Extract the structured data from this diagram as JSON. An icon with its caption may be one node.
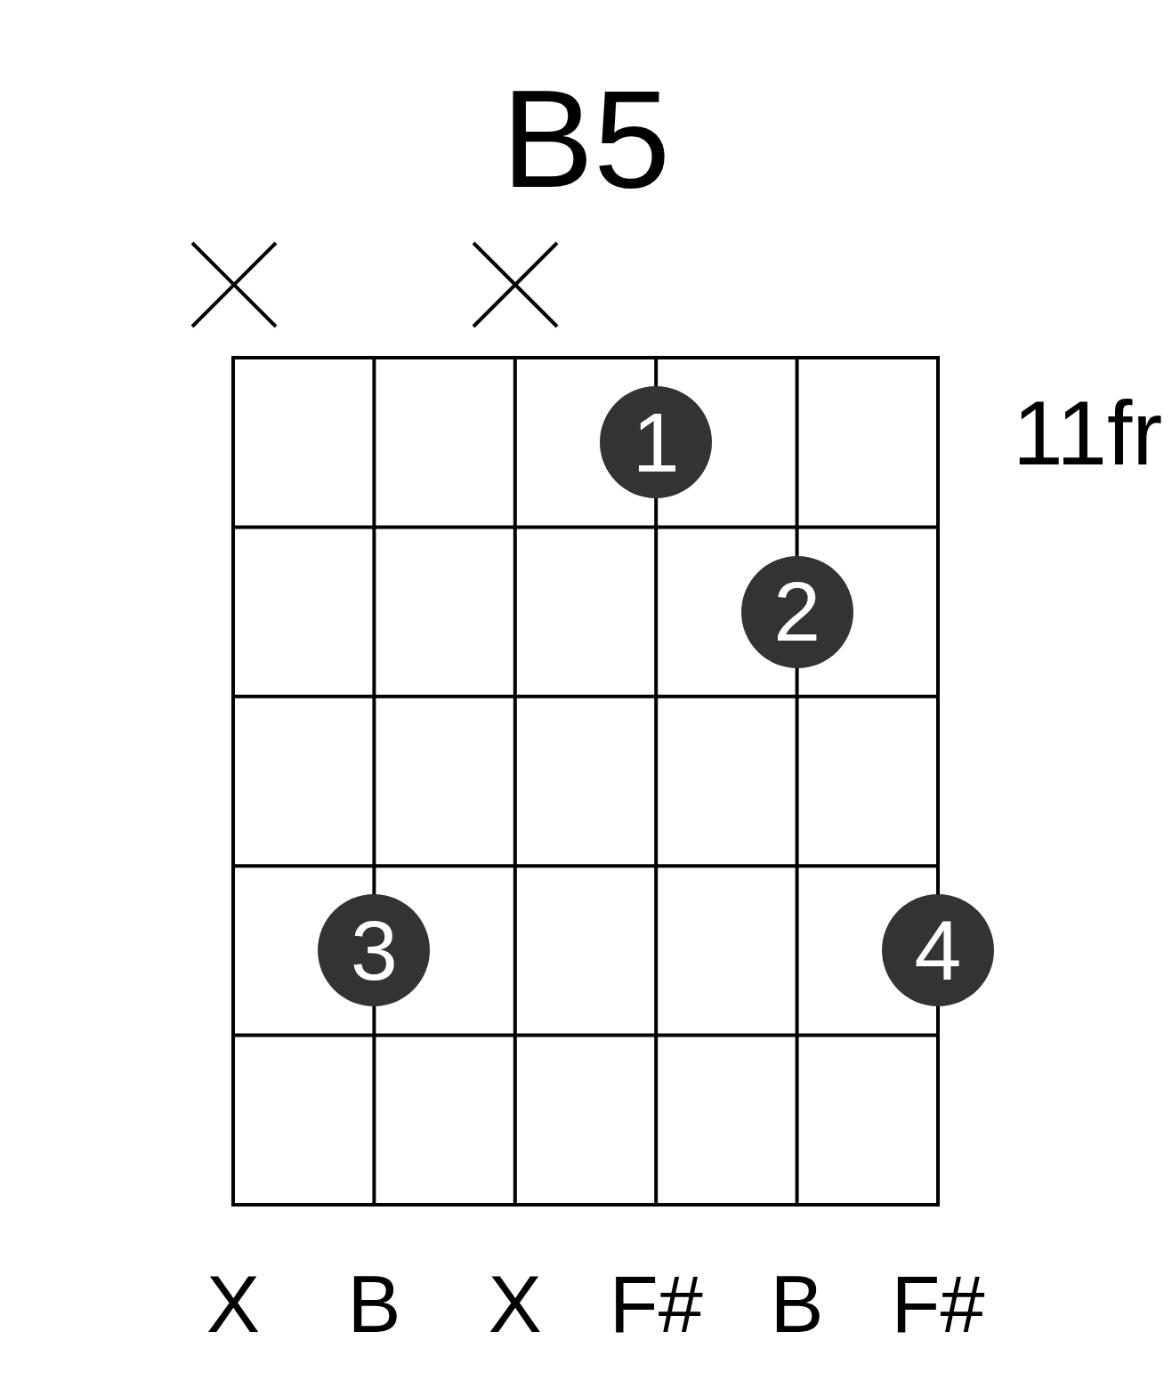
{
  "diagram": {
    "title": "B5",
    "nodes": [
      {
        "text": [
          "1"
        ]
      },
      {
        "text": [
          "2"
        ]
      },
      {
        "text": [
          "3"
        ]
      },
      {
        "text": [
          "4"
        ]
      }
    ],
    "labels": [
      "11fr",
      "X",
      "B",
      "X",
      "F#",
      "B",
      "F#"
    ]
  }
}
